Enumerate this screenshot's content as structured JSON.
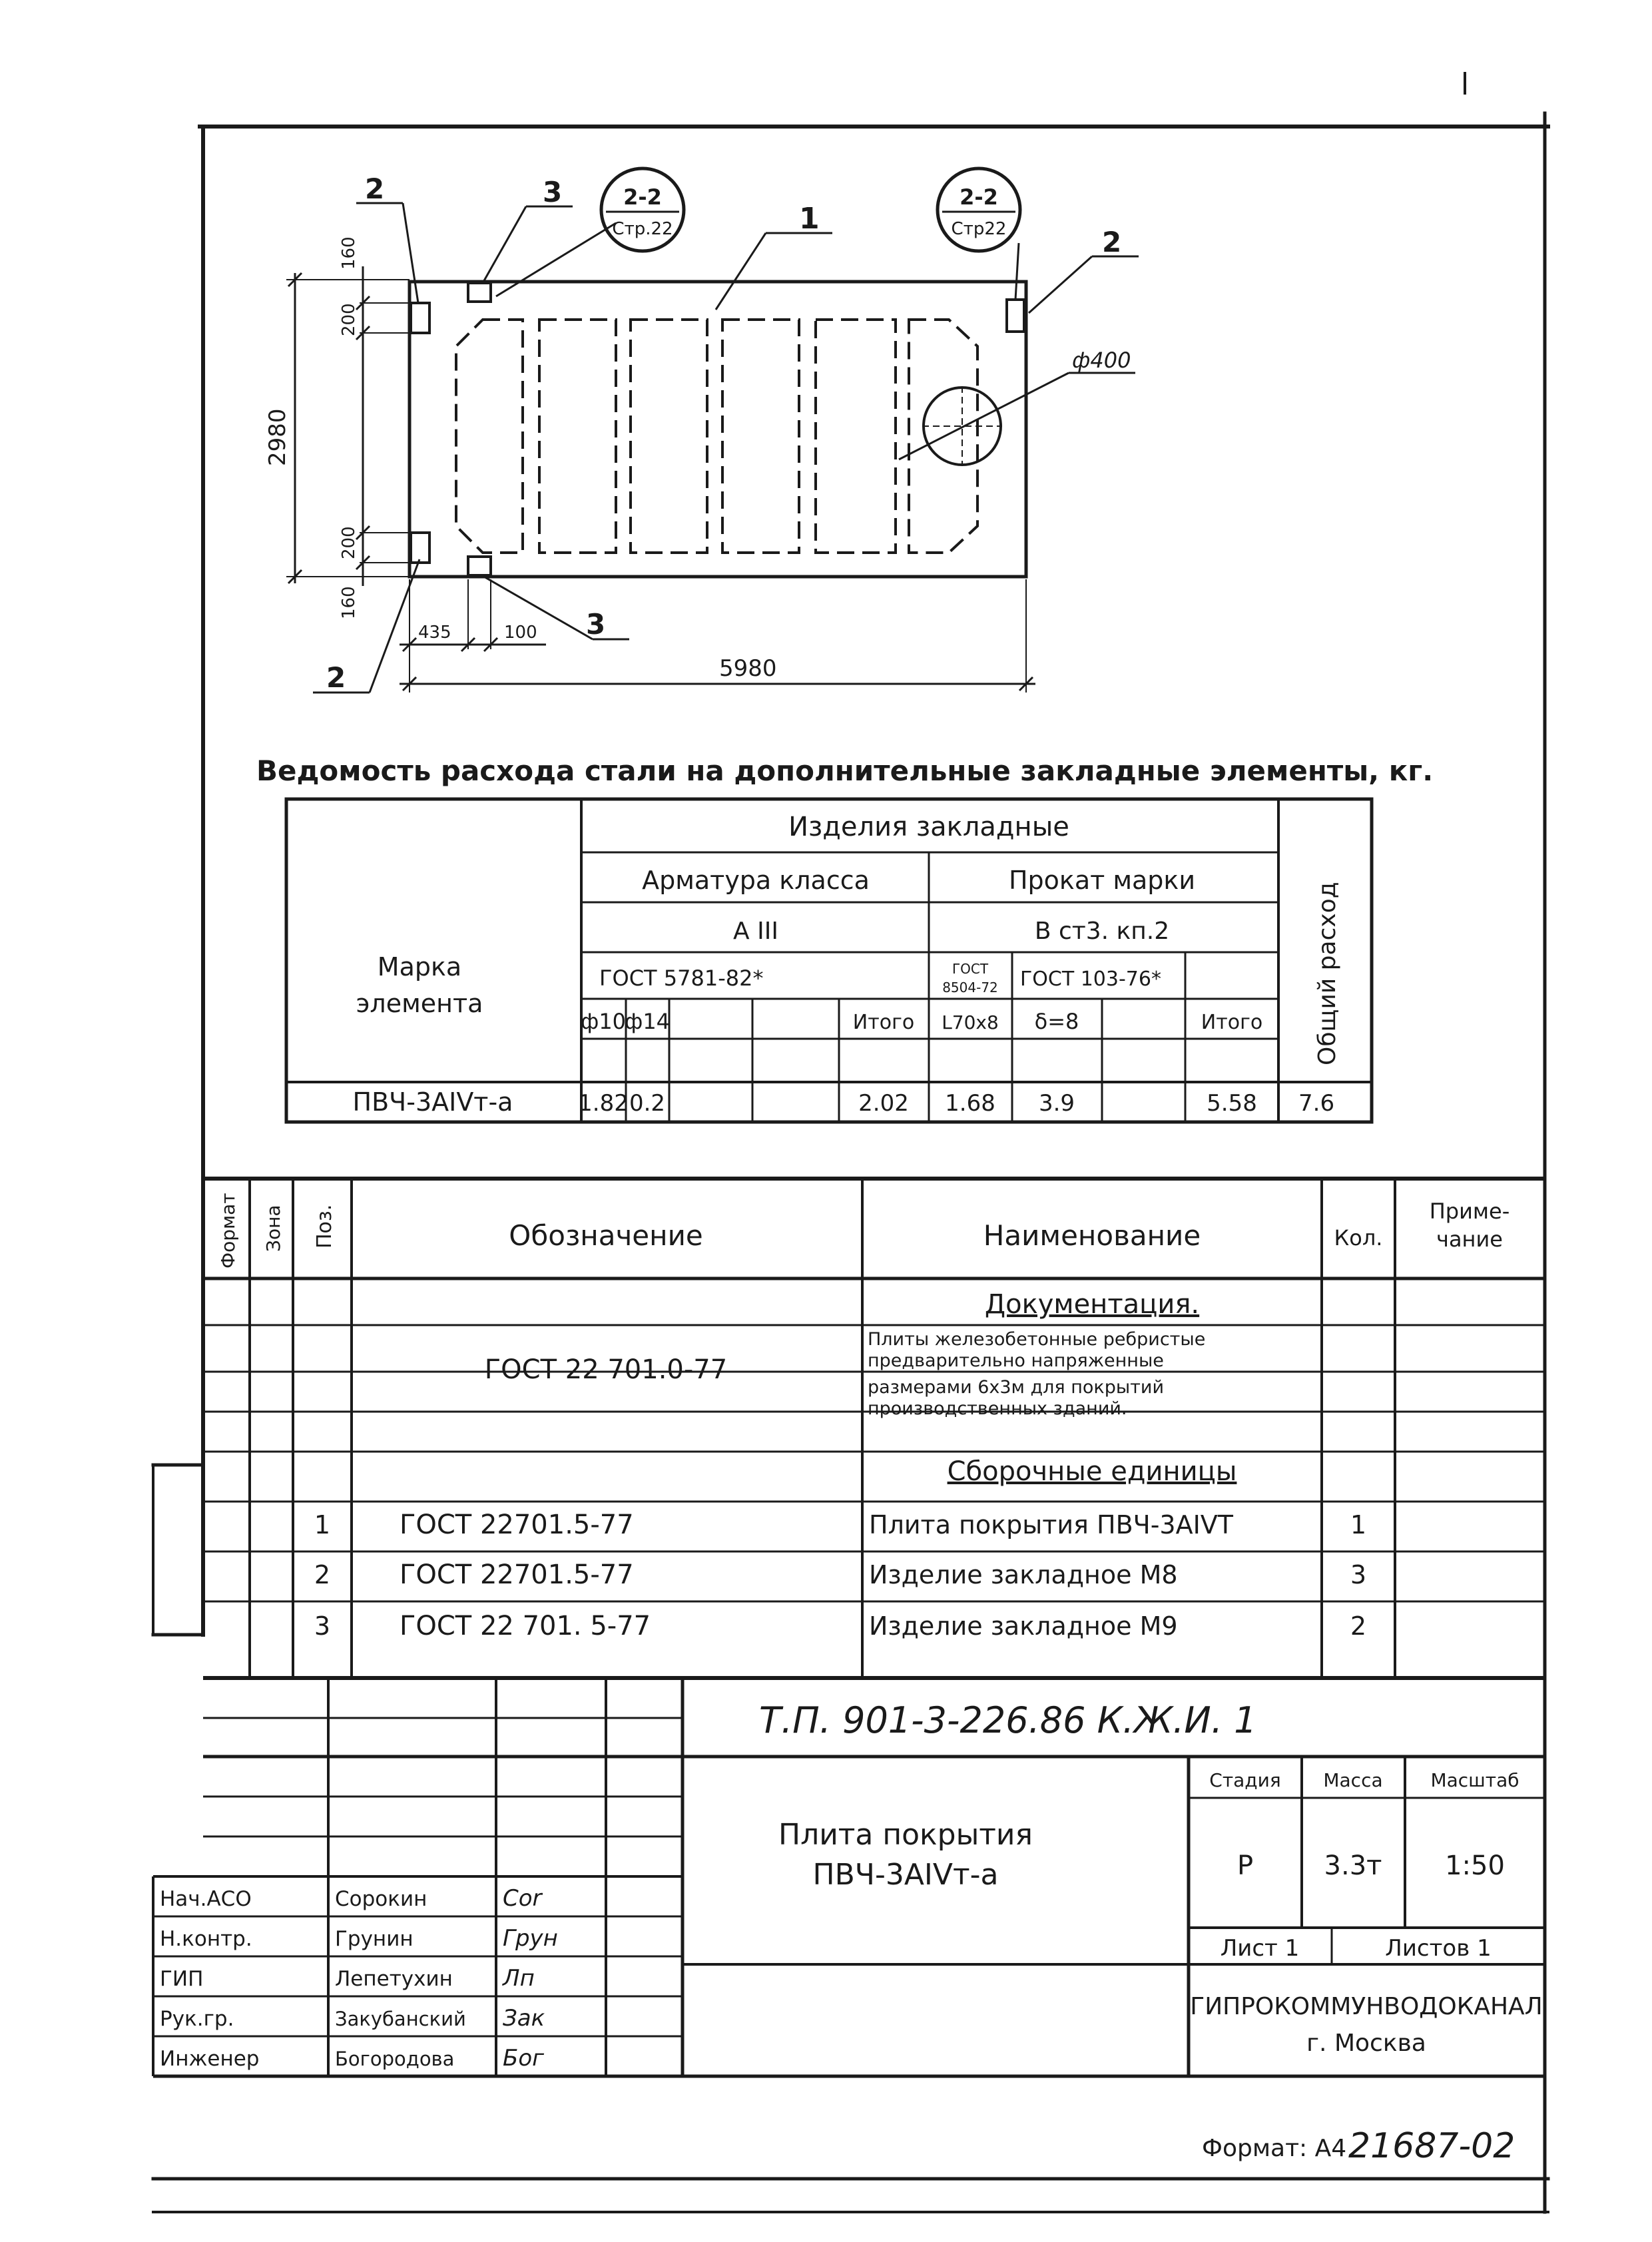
{
  "drawing": {
    "labels": {
      "pos1": "1",
      "pos2_top_left": "2",
      "pos2_top_right": "2",
      "pos2_bottom": "2",
      "pos3_top": "3",
      "pos3_bottom": "3",
      "section_left_num": "2-2",
      "section_left_ref": "Стр.22",
      "section_right_num": "2-2",
      "section_right_ref": "Стр22",
      "hole_dia": "ф400"
    },
    "dims": {
      "d160_top": "160",
      "d200_top": "200",
      "d2980": "2980",
      "d200_bottom": "200",
      "d160_bottom": "160",
      "d435": "435",
      "d100": "100",
      "d5980": "5980"
    }
  },
  "steel_table": {
    "title": "Ведомость расхода стали на дополнительные закладные элементы, кг.",
    "mark_header": [
      "Марка",
      "элемента"
    ],
    "group_header": "Изделия закладные",
    "reinf_header": "Арматура класса",
    "reinf_class": "А III",
    "reinf_gost": "ГОСТ 5781-82*",
    "rolled_header": "Прокат марки",
    "rolled_grade": "В ст3. кп.2",
    "rolled_gost1": [
      "ГОСТ",
      "8504-72"
    ],
    "rolled_gost2": "ГОСТ 103-76*",
    "total_header": "Общий расход",
    "sub_headers": [
      "ф10",
      "ф14",
      "",
      "Итого",
      "L70x8",
      "δ=8",
      "",
      "Итого"
    ],
    "row": {
      "mark": "ПВЧ-3АIVт-а",
      "values": [
        "1.82",
        "0.2",
        "",
        "2.02",
        "1.68",
        "3.9",
        "",
        "5.58"
      ],
      "total": "7.6"
    }
  },
  "spec_table": {
    "headers": {
      "format": "Формат",
      "zone": "Зона",
      "pos": "Поз.",
      "designation": "Обозначение",
      "name": "Наименование",
      "qty": "Кол.",
      "note": [
        "Приме-",
        "чание"
      ]
    },
    "section_docs": "Документация.",
    "doc_gost": "ГОСТ 22 701.0-77",
    "doc_name_lines": [
      "Плиты железобетонные ребристые",
      "предварительно напряженные",
      "размерами 6х3м для покрытий",
      "производственных зданий."
    ],
    "section_assembly": "Сборочные единицы",
    "items": [
      {
        "pos": "1",
        "designation": "ГОСТ 22701.5-77",
        "name": "Плита покрытия ПВЧ-3АIVТ",
        "qty": "1"
      },
      {
        "pos": "2",
        "designation": "ГОСТ 22701.5-77",
        "name": "Изделие закладное М8",
        "qty": "3"
      },
      {
        "pos": "3",
        "designation": "ГОСТ 22 701. 5-77",
        "name": "Изделие закладное М9",
        "qty": "2"
      }
    ]
  },
  "title_block": {
    "doc_code": "Т.П. 901-3-226.86   К.Ж.И. 1",
    "title_lines": [
      "Плита покрытия",
      "ПВЧ-3АIVт-а"
    ],
    "stage_label": "Стадия",
    "mass_label": "Масса",
    "scale_label": "Масштаб",
    "stage": "Р",
    "mass": "3.3т",
    "scale": "1:50",
    "sheet": "Лист 1",
    "sheets": "Листов 1",
    "org_lines": [
      "ГИПРОКОММУНВОДОКАНАЛ",
      "г. Москва"
    ],
    "staff": [
      {
        "role": "Нач.АСО",
        "name": "Сорокин",
        "sign": "Соr"
      },
      {
        "role": "Н.контр.",
        "name": "Грунин",
        "sign": "Грун"
      },
      {
        "role": "ГИП",
        "name": "Лепетухин",
        "sign": "Лп"
      },
      {
        "role": "Рук.гр.",
        "name": "Закубанский",
        "sign": "Зак"
      },
      {
        "role": "Инженер",
        "name": "Богородова",
        "sign": "Бог"
      }
    ]
  },
  "footer": {
    "format": "Формат: А4",
    "number": "21687-02"
  }
}
